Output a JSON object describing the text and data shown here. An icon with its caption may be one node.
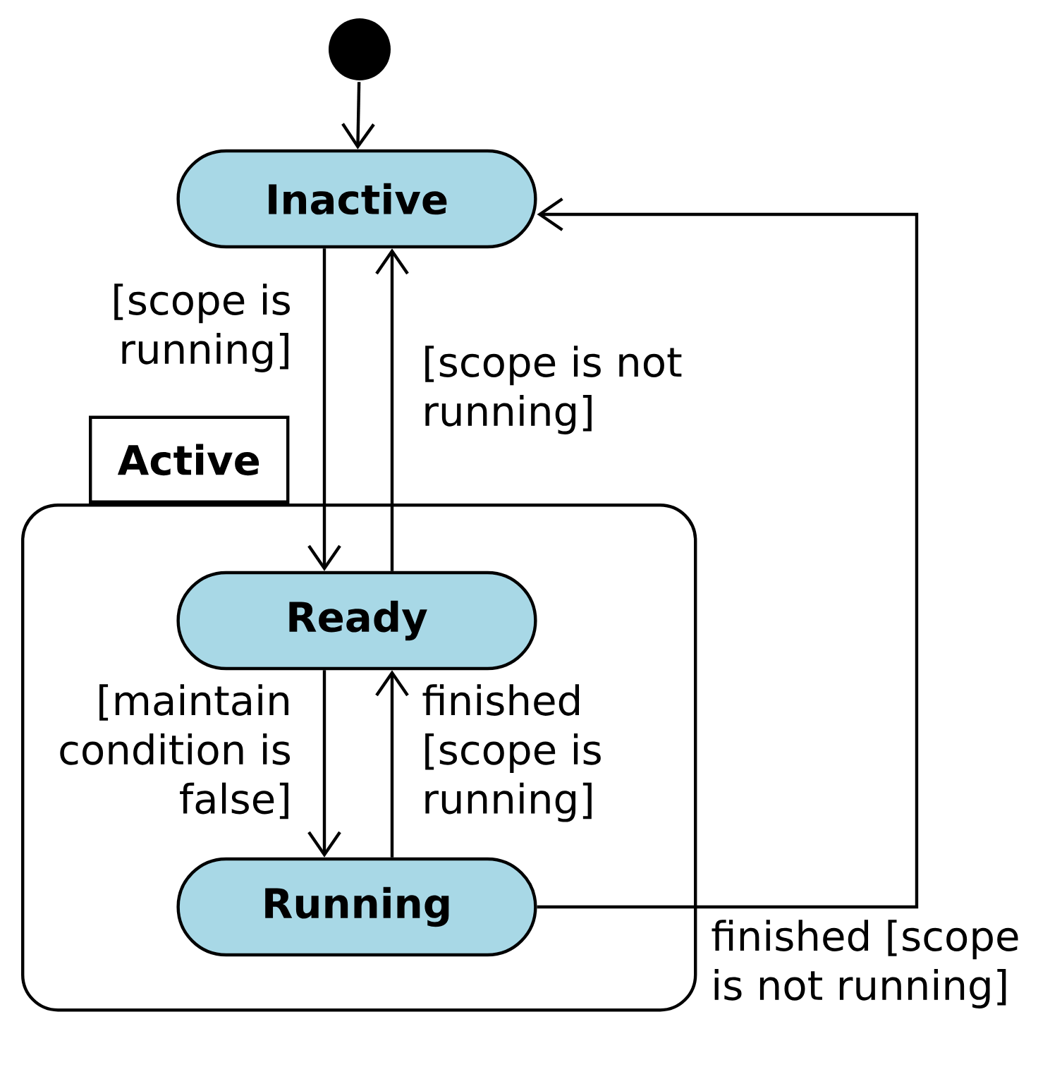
{
  "diagram": {
    "nodes": [
      {
        "text": [],
        "shape": "circle"
      },
      {
        "text": [
          "Inactive"
        ]
      },
      {
        "text": [
          "Active"
        ]
      },
      {
        "text": [
          "Ready"
        ],
        "in": 2
      },
      {
        "text": [
          "Running"
        ],
        "in": 2
      }
    ],
    "edges": [
      {
        "from": 0,
        "to": 1,
        "arrow": "to"
      },
      {
        "from": 1,
        "to": 3,
        "arrow": "to",
        "label": "[scope is running]"
      },
      {
        "from": 3,
        "to": 1,
        "arrow": "to",
        "label": "[scope is not running]"
      },
      {
        "from": 3,
        "to": 4,
        "arrow": "to",
        "label": "[maintain condition is false]"
      },
      {
        "from": 4,
        "to": 3,
        "arrow": "to",
        "label": "finished [scope is running]"
      },
      {
        "from": 4,
        "to": 1,
        "arrow": "to",
        "label": "finished [scope is not running]"
      }
    ]
  }
}
